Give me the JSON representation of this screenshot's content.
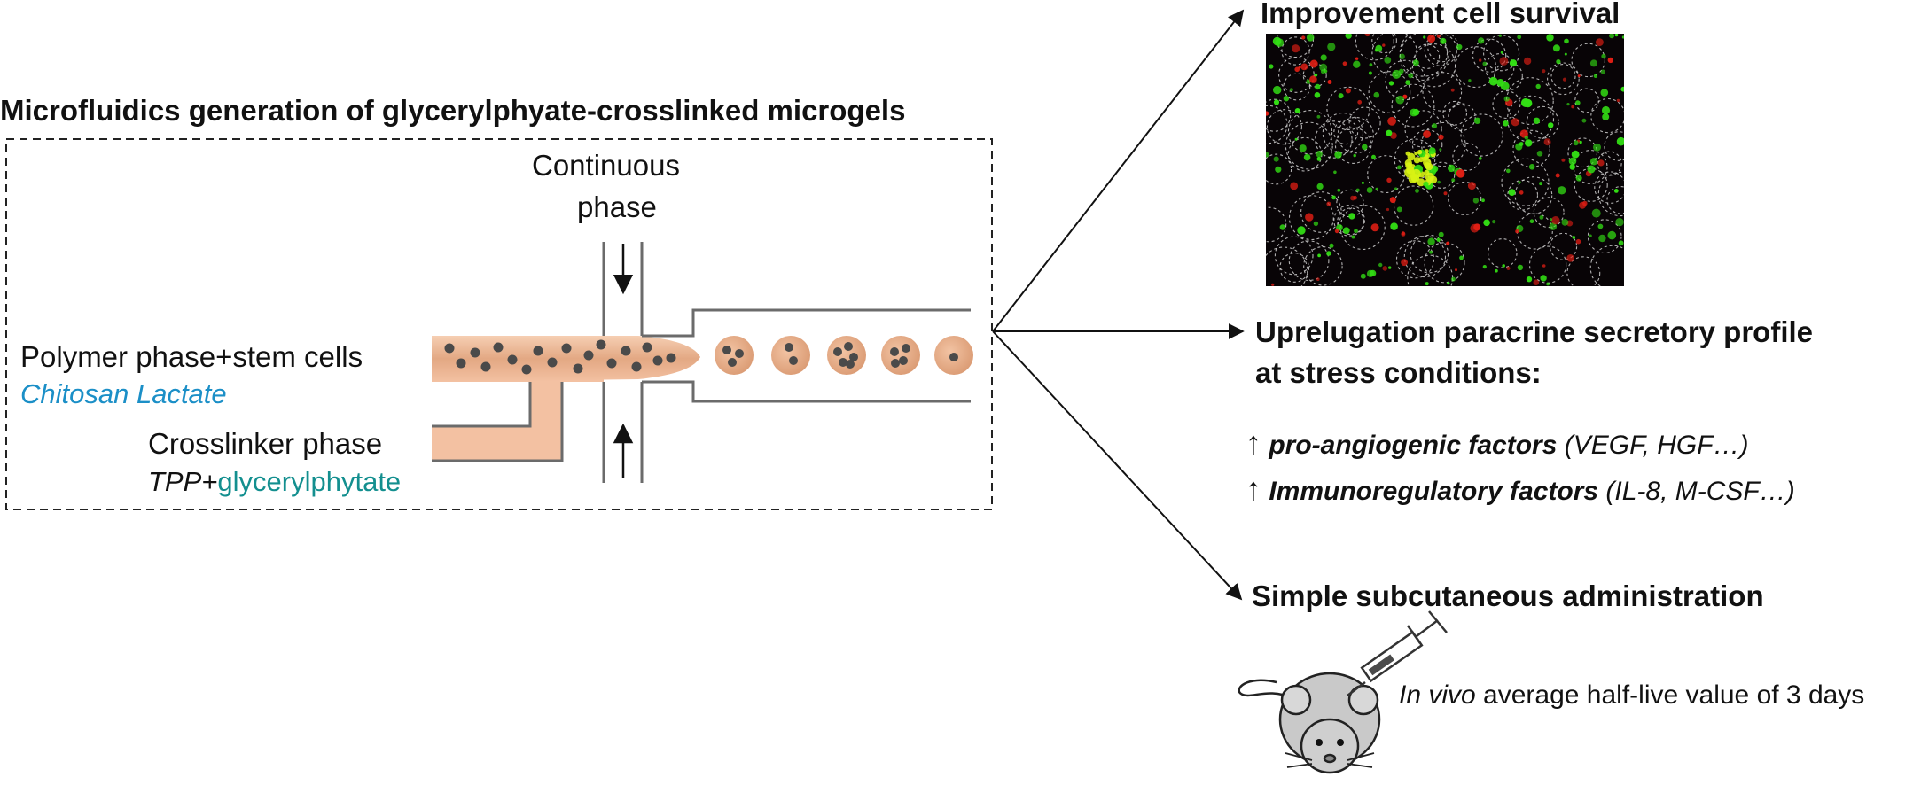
{
  "diagram": {
    "title": "Microfluidics generation of glycerylphyate-crosslinked microgels",
    "continuous_phase": [
      "Continuous",
      "phase"
    ],
    "polymer_phase": "Polymer phase+stem cells",
    "polymer_material": "Chitosan Lactate",
    "crosslinker_phase": "Crosslinker phase",
    "crosslinker_prefix": "TPP+",
    "crosslinker_material": "glycerylphytate"
  },
  "outcomes": {
    "survival_title": "Improvement cell survival",
    "secretory_title_line1": "Uprelugation paracrine secretory profile",
    "secretory_title_line2": "at stress conditions:",
    "factors": [
      {
        "arrow": "↑",
        "name": "pro-angiogenic factors",
        "examples": " (VEGF, HGF…)"
      },
      {
        "arrow": "↑",
        "name": "Immunoregulatory factors",
        "examples": " (IL-8, M-CSF…)"
      }
    ],
    "admin_title": "Simple subcutaneous administration",
    "halflife_italic": "In vivo",
    "halflife_rest": " average half-live value of 3 days"
  },
  "colors": {
    "polymer_fill": "#f3c1a2",
    "droplet_fill": "#e0a27c",
    "cell_dot": "#4a4a4a",
    "channel_stroke": "#6b6b6b",
    "micrograph_bg": "#080406",
    "stain_green": "#33e014",
    "stain_red": "#e01e14",
    "blue_text": "#1b8fc7",
    "teal_text": "#138f8f"
  },
  "icons": [
    "mouse-icon",
    "syringe-icon",
    "micrograph-image"
  ]
}
